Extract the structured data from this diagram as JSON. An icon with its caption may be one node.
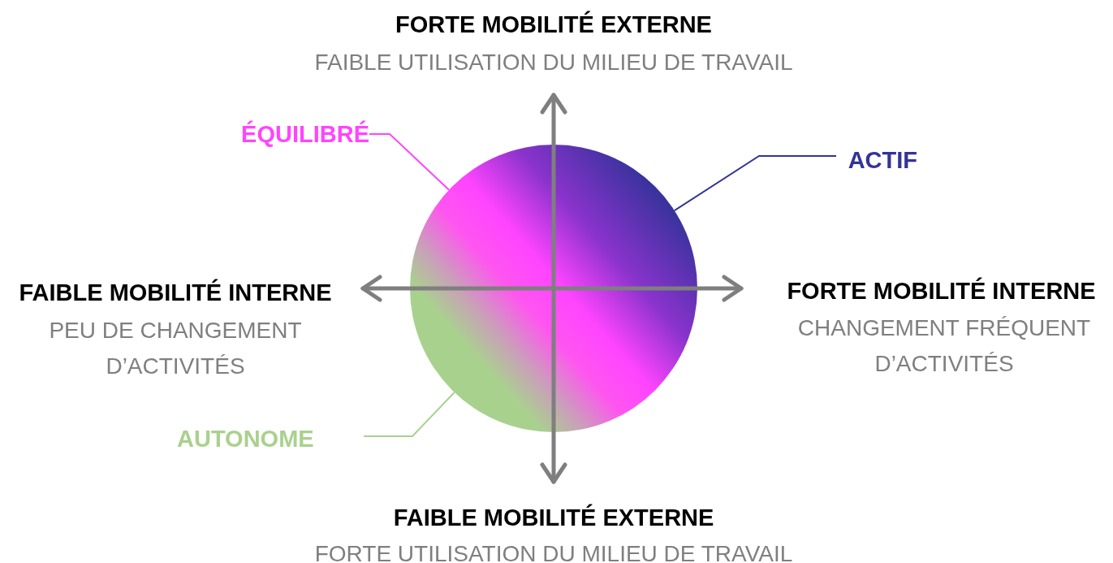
{
  "diagram": {
    "nodes": [
      {
        "text": [],
        "shape": "circle"
      },
      {
        "text": [
          "ÉQUILIBRÉ"
        ]
      },
      {
        "text": [
          "ACTIF"
        ]
      },
      {
        "text": [
          "AUTONOME"
        ]
      }
    ],
    "edges": [
      {
        "from": 1,
        "to": 0,
        "arrow": "none",
        "color": "#ff44ff"
      },
      {
        "from": 2,
        "to": 0,
        "arrow": "none",
        "color": "#333399"
      },
      {
        "from": 3,
        "to": 0,
        "arrow": "none",
        "color": "#a9d18e"
      }
    ],
    "labels": [
      "FORTE MOBILITÉ EXTERNE",
      "FAIBLE UTILISATION DU MILIEU DE TRAVAIL",
      "FAIBLE MOBILITÉ INTERNE",
      "PEU DE CHANGEMENT D’ACTIVITÉS",
      "FORTE MOBILITÉ INTERNE",
      "CHANGEMENT FRÉQUENT D’ACTIVITÉS",
      "FAIBLE MOBILITÉ EXTERNE",
      "FORTE UTILISATION DU MILIEU DE TRAVAIL"
    ]
  }
}
